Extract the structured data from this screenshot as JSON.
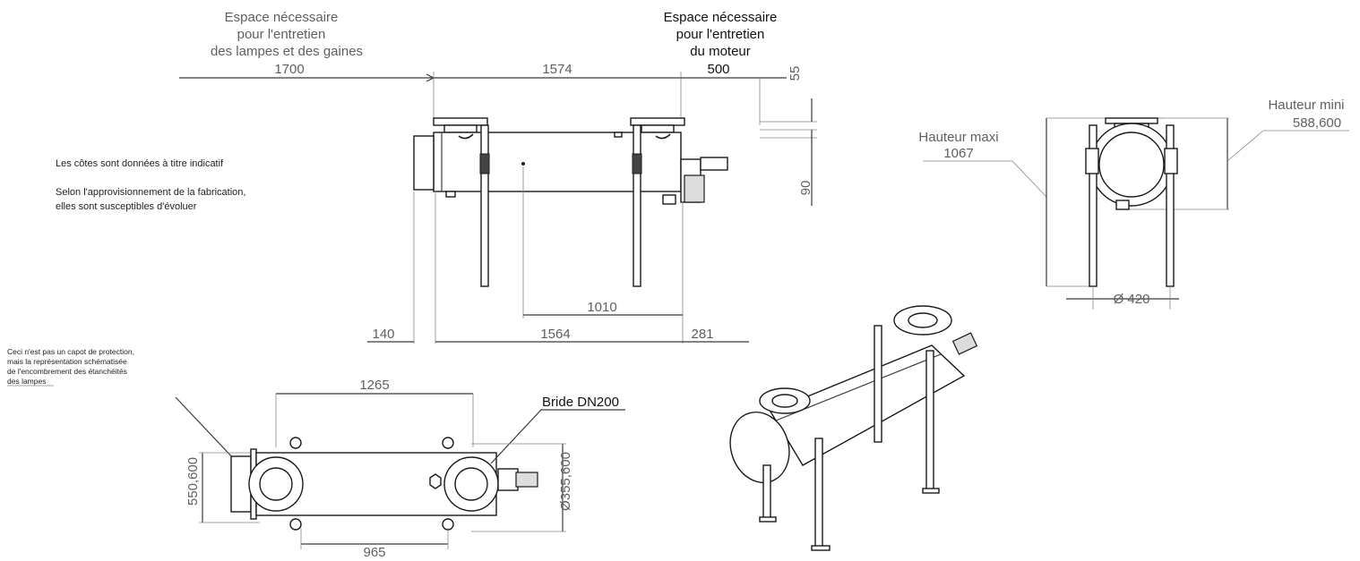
{
  "front_view": {
    "space_lamps_label_1": "Espace nécessaire",
    "space_lamps_label_2": "pour l'entretien",
    "space_lamps_label_3": "des lampes et des gaines",
    "space_motor_label_1": "Espace nécessaire",
    "space_motor_label_2": "pour l'entretien",
    "space_motor_label_3": "du moteur",
    "dim_lamp_clearance": "1700",
    "dim_flange_span": "1574",
    "dim_motor_clearance": "500",
    "dim_55": "55",
    "dim_90": "90",
    "dim_1010": "1010",
    "dim_140": "140",
    "dim_1564": "1564",
    "dim_281": "281"
  },
  "notes": {
    "indicative": "Les côtes sont données à titre indicatif",
    "supply_line_1": "Selon l'approvisionnement de la fabrication,",
    "supply_line_2": "elles sont susceptibles d'évoluer"
  },
  "side_view": {
    "max_height_label": "Hauteur maxi",
    "max_height_value": "1067",
    "min_height_label": "Hauteur mini",
    "min_height_value": "588,600",
    "diameter": "Ø 420"
  },
  "top_view": {
    "cover_note_1": "Ceci n'est pas un capot de protection,",
    "cover_note_2": "mais la représentation schématisée",
    "cover_note_3": "de l'encombrement des étanchéités",
    "cover_note_4": "des lampes",
    "dim_1265": "1265",
    "dim_550": "550,600",
    "dim_965": "965",
    "flange_label": "Bride DN200",
    "dim_diameter": "Ø355,600"
  }
}
